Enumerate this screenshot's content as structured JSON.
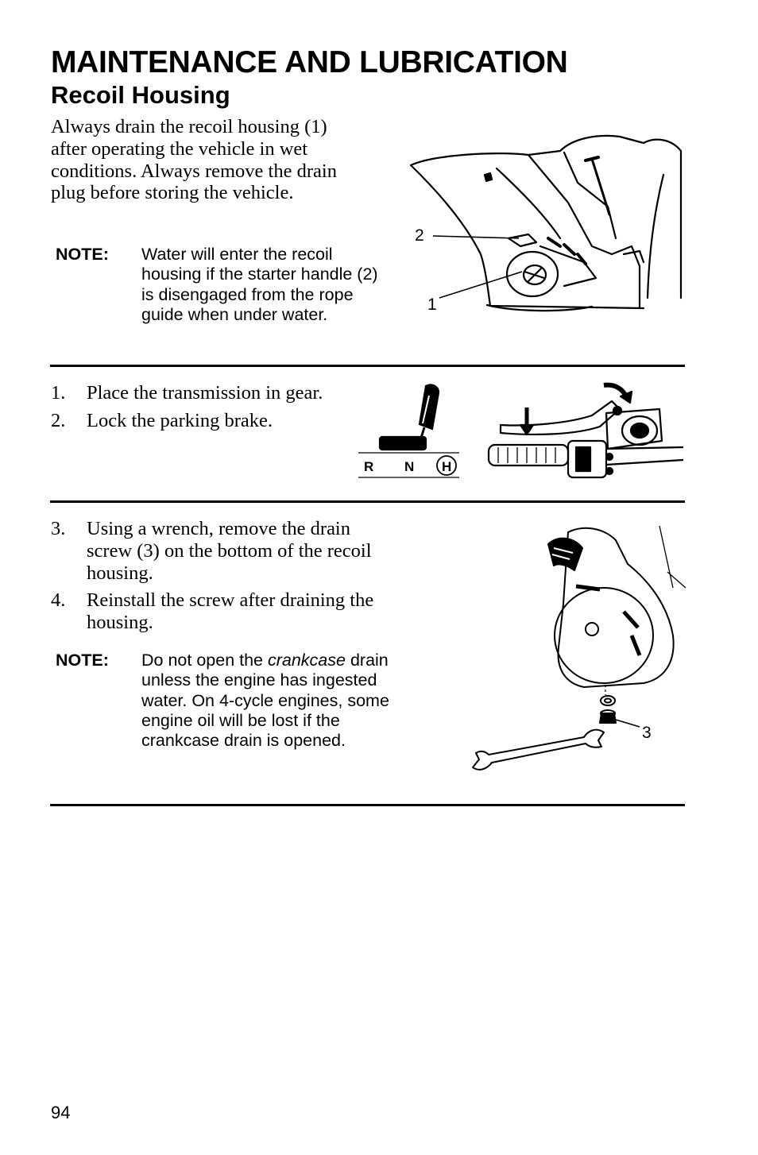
{
  "header": {
    "title": "MAINTENANCE AND LUBRICATION",
    "subtitle": "Recoil Housing"
  },
  "intro": {
    "text": "Always drain the recoil housing (1) after operating the vehicle in wet conditions. Always remove the drain plug before storing the vehicle."
  },
  "note1": {
    "label": "NOTE:",
    "text": "Water will enter the recoil housing if the starter handle (2) is disengaged from the rope guide when under water."
  },
  "steps_a": [
    {
      "num": "1.",
      "text": "Place the transmission in gear."
    },
    {
      "num": "2.",
      "text": "Lock the parking brake."
    }
  ],
  "steps_b": [
    {
      "num": "3.",
      "text": "Using a wrench, remove the drain screw (3) on the bottom of the recoil housing."
    },
    {
      "num": "4.",
      "text": "Reinstall the screw after draining the housing."
    }
  ],
  "note2": {
    "label": "NOTE:",
    "text_before": "Do not open the ",
    "text_emphasis": "crankcase",
    "text_after": " drain unless the engine has ingested water.  On 4-cycle engines, some engine oil will be lost if the crankcase drain is opened."
  },
  "figure1": {
    "callout_1": "1",
    "callout_2": "2"
  },
  "figure2": {
    "gear_r": "R",
    "gear_n": "N",
    "gear_h": "H"
  },
  "figure3": {
    "callout_3": "3"
  },
  "page": {
    "number": "94"
  }
}
